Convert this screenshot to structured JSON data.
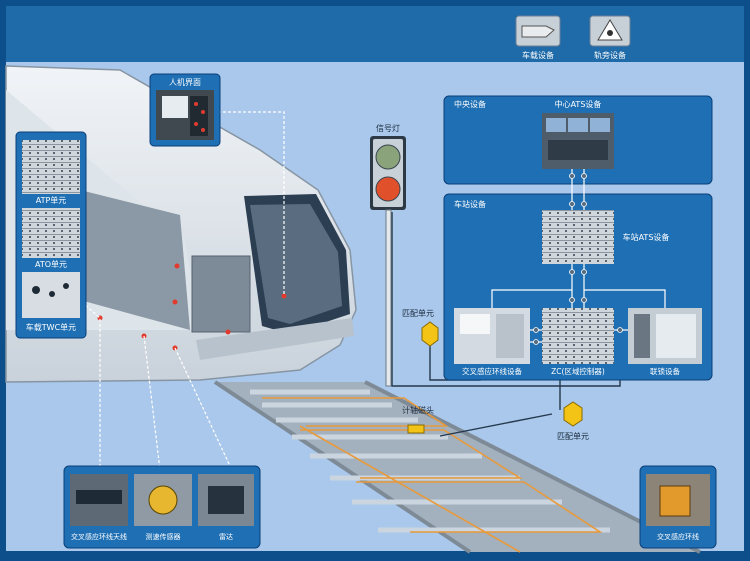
{
  "legend": {
    "items": [
      {
        "label": "车载设备",
        "icon": "train-equipment-icon"
      },
      {
        "label": "轨旁设备",
        "icon": "wayside-equipment-icon"
      }
    ]
  },
  "labels": {
    "hmi": "人机界面",
    "atp": "ATP单元",
    "ato": "ATO单元",
    "twc": "车载TWC单元",
    "signal": "信号灯",
    "central": "中央设备",
    "central_ats": "中心ATS设备",
    "station": "车站设备",
    "station_ats": "车站ATS设备",
    "loop_equip": "交叉感应环线设备",
    "zc": "ZC(区域控制器)",
    "interlock": "联锁设备",
    "match_unit_1": "匹配单元",
    "match_unit_2": "匹配单元",
    "axle_counter": "计轴磁头",
    "loop_antenna": "交叉感应环线天线",
    "speed_sensor": "测速传感器",
    "radar": "雷达",
    "loop_line": "交叉感应环线"
  },
  "colors": {
    "frame": "#0d4f8a",
    "header": "#1f6aa8",
    "background": "#a9c8ec",
    "panel": "#1f6fb4",
    "panel_border": "#0b3f78",
    "signal_green": "#8aa37a",
    "signal_red": "#e0502b",
    "match_unit": "#f3c416",
    "loop_line": "#e89a3a"
  }
}
